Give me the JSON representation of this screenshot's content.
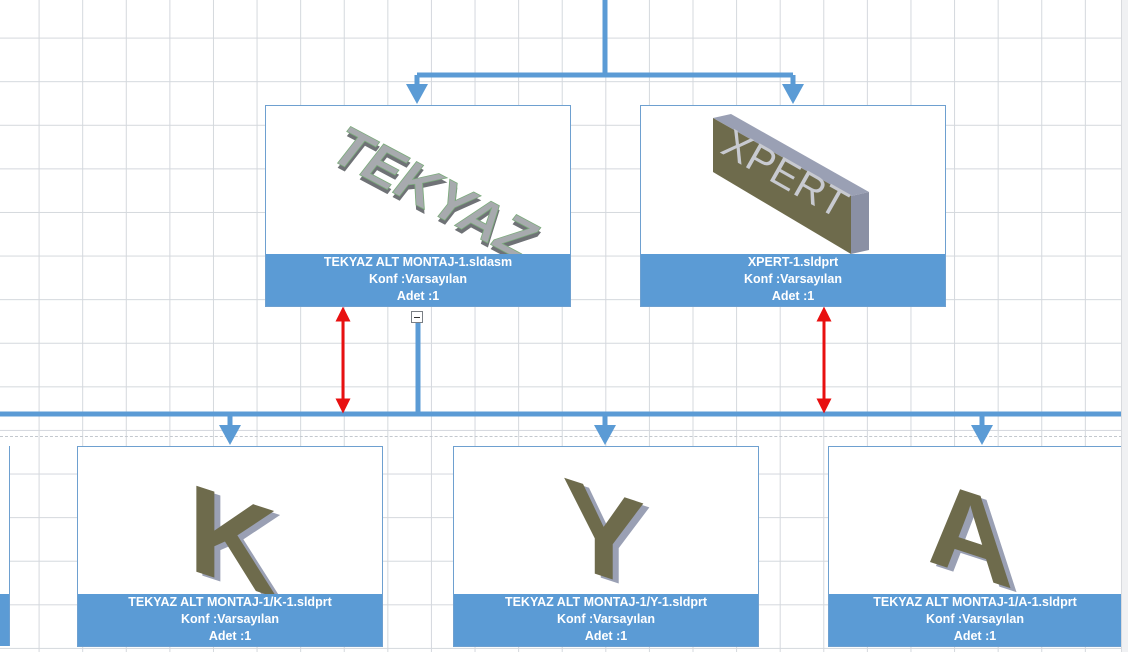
{
  "nodes": {
    "tekyaz": {
      "file": "TEKYAZ ALT MONTAJ-1.sldasm",
      "config": "Konf :Varsayılan",
      "qty": "Adet :1",
      "thumb_text": "TEKYAZ"
    },
    "xpert": {
      "file": "XPERT-1.sldprt",
      "config": "Konf :Varsayılan",
      "qty": "Adet :1",
      "thumb_text": "XPERT"
    },
    "k": {
      "file": "TEKYAZ ALT MONTAJ-1/K-1.sldprt",
      "config": "Konf :Varsayılan",
      "qty": "Adet :1",
      "thumb_text": "K"
    },
    "y": {
      "file": "TEKYAZ ALT MONTAJ-1/Y-1.sldprt",
      "config": "Konf :Varsayılan",
      "qty": "Adet :1",
      "thumb_text": "Y"
    },
    "a": {
      "file": "TEKYAZ ALT MONTAJ-1/A-1.sldprt",
      "config": "Konf :Varsayılan",
      "qty": "Adet :1",
      "thumb_text": "A"
    }
  },
  "colors": {
    "connector": "#5b9bd5",
    "caption_bg": "#5b9bd5",
    "highlight_arrow": "#e81010",
    "part_face": "#6e6b4c",
    "part_side": "#9aa0b4",
    "letter_face": "#a7aaae"
  },
  "icons": {
    "collapse": "minus-square-icon"
  }
}
